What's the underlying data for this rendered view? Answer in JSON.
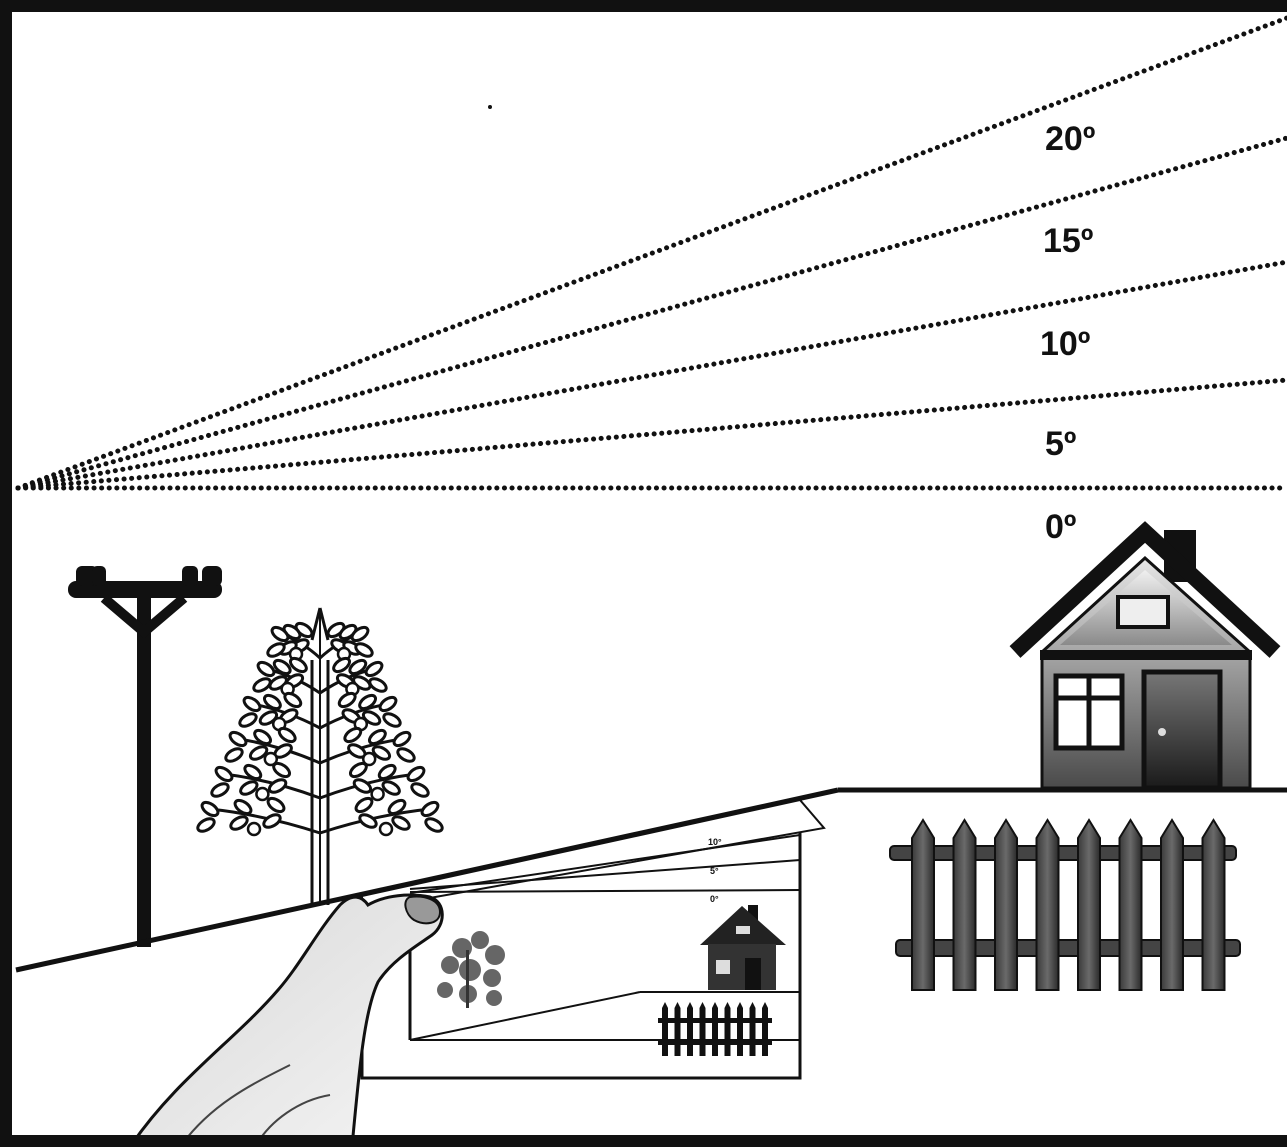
{
  "angles": [
    {
      "deg": 0,
      "label": "0º"
    },
    {
      "deg": 5,
      "label": "5º"
    },
    {
      "deg": 10,
      "label": "10º"
    },
    {
      "deg": 15,
      "label": "15º"
    },
    {
      "deg": 20,
      "label": "20º"
    }
  ],
  "inset_labels": [
    "10°",
    "5°",
    "0°"
  ]
}
